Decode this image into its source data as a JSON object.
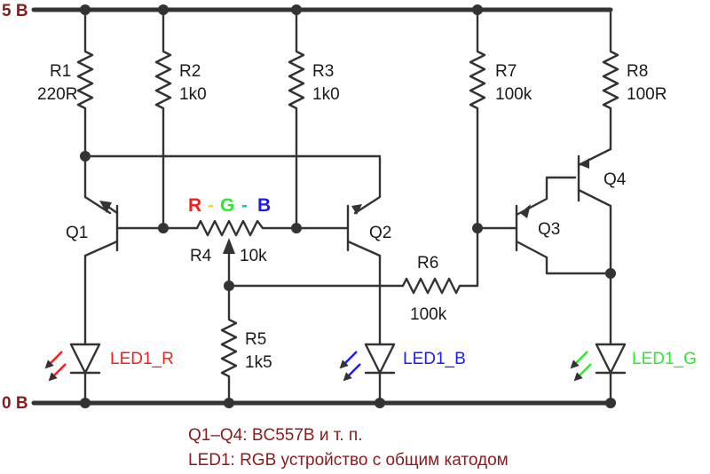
{
  "rails": {
    "vcc": "5 В",
    "gnd": "0 В"
  },
  "colors": {
    "wire": "#333333",
    "rail_label": "#8b1a1a",
    "red": "#ff1a1a",
    "green": "#2ee82e",
    "blue": "#1a1aff",
    "cyan": "#00c8e6",
    "yellow": "#e6e600",
    "note": "#8b1a1a"
  },
  "components": {
    "r1": {
      "name": "R1",
      "value": "220R"
    },
    "r2": {
      "name": "R2",
      "value": "1k0"
    },
    "r3": {
      "name": "R3",
      "value": "1k0"
    },
    "r4": {
      "name": "R4",
      "value": "10k"
    },
    "r5": {
      "name": "R5",
      "value": "1k5"
    },
    "r6": {
      "name": "R6",
      "value": "100k"
    },
    "r7": {
      "name": "R7",
      "value": "100k"
    },
    "r8": {
      "name": "R8",
      "value": "100R"
    },
    "q1": {
      "name": "Q1"
    },
    "q2": {
      "name": "Q2"
    },
    "q3": {
      "name": "Q3"
    },
    "q4": {
      "name": "Q4"
    },
    "led_r": {
      "name": "LED1_R"
    },
    "led_b": {
      "name": "LED1_B"
    },
    "led_g": {
      "name": "LED1_G"
    }
  },
  "rgb_label": {
    "r": "R",
    "sep1": "-",
    "g": "G",
    "sep2": "-",
    "b": "B"
  },
  "notes": [
    "Q1–Q4: BC557B и т. п.",
    "LED1: RGB устройство с общим катодом"
  ]
}
